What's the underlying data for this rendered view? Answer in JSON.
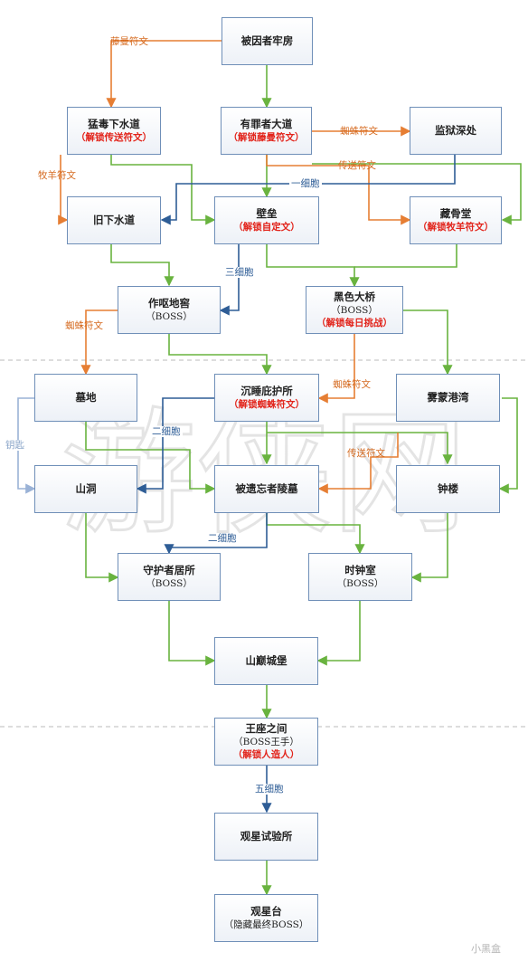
{
  "colors": {
    "green": "#69b33f",
    "orange": "#e67e33",
    "blue": "#2e5d96",
    "lightblue": "#9ab2d6",
    "red_text": "#e2231a",
    "node_border": "#6f8fb8"
  },
  "nodes": [
    {
      "id": "prison",
      "title": "被因者牢房",
      "sub": "",
      "red": ""
    },
    {
      "id": "toxic_sewer",
      "title": "猛毒下水道",
      "sub": "",
      "red": "（解锁传送符文）"
    },
    {
      "id": "guilty_path",
      "title": "有罪者大道",
      "sub": "",
      "red": "（解锁藤曼符文）"
    },
    {
      "id": "deep_prison",
      "title": "监狱深处",
      "sub": "",
      "red": ""
    },
    {
      "id": "old_sewer",
      "title": "旧下水道",
      "sub": "",
      "red": ""
    },
    {
      "id": "rampart",
      "title": "壁垒",
      "sub": "",
      "red": "（解锁自定文）"
    },
    {
      "id": "ossuary",
      "title": "藏骨堂",
      "sub": "",
      "red": "（解锁牧羊符文）"
    },
    {
      "id": "crypt_boss",
      "title": "作呕地窖",
      "sub": "（BOSS）",
      "red": ""
    },
    {
      "id": "black_bridge",
      "title": "黑色大桥",
      "sub": "（BOSS）",
      "red": "（解锁每日挑战）"
    },
    {
      "id": "graveyard",
      "title": "墓地",
      "sub": "",
      "red": ""
    },
    {
      "id": "sanctuary",
      "title": "沉睡庇护所",
      "sub": "",
      "red": "（解锁蜘蛛符文）"
    },
    {
      "id": "harbor",
      "title": "雾蒙港湾",
      "sub": "",
      "red": ""
    },
    {
      "id": "cavern",
      "title": "山洞",
      "sub": "",
      "red": ""
    },
    {
      "id": "tomb",
      "title": "被遗忘者陵墓",
      "sub": "",
      "red": ""
    },
    {
      "id": "clock_tower",
      "title": "钟楼",
      "sub": "",
      "red": ""
    },
    {
      "id": "guardian",
      "title": "守护者居所",
      "sub": "（BOSS）",
      "red": ""
    },
    {
      "id": "clock_room",
      "title": "时钟室",
      "sub": "（BOSS）",
      "red": ""
    },
    {
      "id": "castle",
      "title": "山巅城堡",
      "sub": "",
      "red": ""
    },
    {
      "id": "throne",
      "title": "王座之间",
      "sub": "（BOSS王手）",
      "red": "（解锁人造人）"
    },
    {
      "id": "observatory",
      "title": "观星试验所",
      "sub": "",
      "red": ""
    },
    {
      "id": "astronomy",
      "title": "观星台",
      "sub": "（隐藏最终BOSS）",
      "red": ""
    }
  ],
  "labels": {
    "vine_rune": "藤曼符文",
    "spider_rune_1": "蜘蛛符文",
    "teleport_rune_1": "传送符文",
    "shepherd_rune": "牧羊符文",
    "one_cell": "一细胞",
    "three_cells": "三细胞",
    "spider_rune_2": "蜘蛛符文",
    "spider_rune_3": "蜘蛛符文",
    "key": "钥匙",
    "two_cells_1": "二细胞",
    "teleport_rune_2": "传送符文",
    "two_cells_2": "二细胞",
    "five_cells": "五细胞"
  },
  "watermark": "游侠网",
  "footer": "小黑盒"
}
